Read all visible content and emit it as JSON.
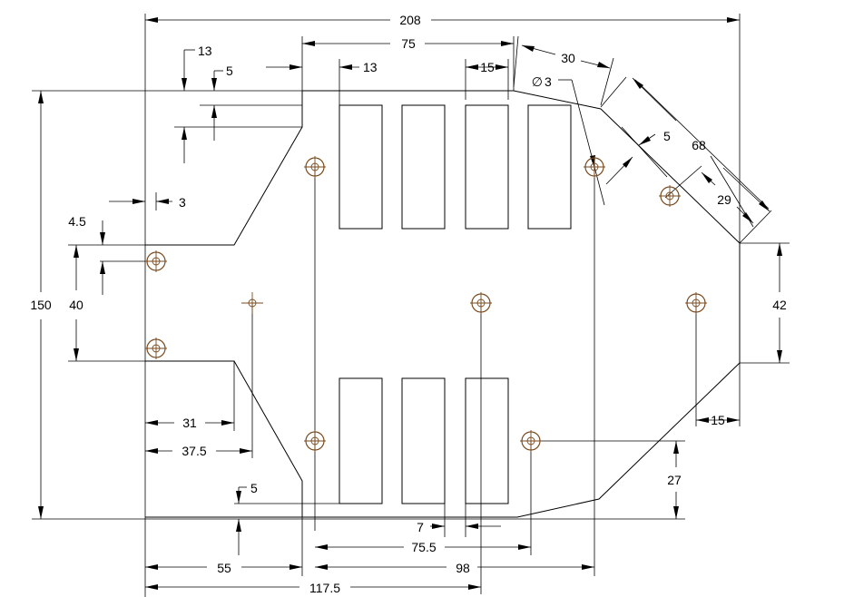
{
  "drawing": {
    "dimensions": {
      "overall_width": "208",
      "cutout_span": "75",
      "corner_chamfer_top": "30",
      "chamfer_length": "68",
      "chamfer_offset": "29",
      "chamfer_edge_offset": "5",
      "hole_diameter_symbol": "∅",
      "hole_diameter": "3",
      "top_offset_13_left": "13",
      "top_offset_13_cutout": "13",
      "top_offset_5": "5",
      "cutout_width": "15",
      "left_notch_3": "3",
      "left_hole_offset": "4.5",
      "left_hole_spacing": "40",
      "overall_height": "150",
      "right_hole_spacing": "42",
      "right_edge_offset": "15",
      "bottom_hole_height": "27",
      "dim_31": "31",
      "dim_37_5": "37.5",
      "bottom_offset_5": "5",
      "cutout_gap_7": "7",
      "hole_span_75_5": "75.5",
      "dim_55": "55",
      "dim_98": "98",
      "dim_117_5": "117.5"
    }
  }
}
